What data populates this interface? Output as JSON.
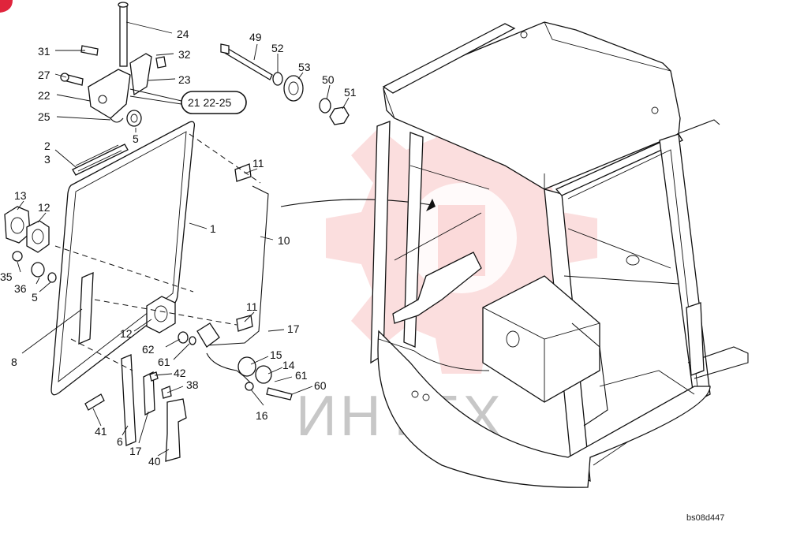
{
  "diagram": {
    "code": "bs08d447",
    "watermark": "ИНТЕХ",
    "callouts": {
      "c24": "24",
      "c31": "31",
      "c32": "32",
      "c27": "27",
      "c23": "23",
      "c22": "22",
      "c21group": "21 22-25",
      "c25": "25",
      "c5a": "5",
      "c2": "2",
      "c3": "3",
      "c13": "13",
      "c12a": "12",
      "c1": "1",
      "c11a": "11",
      "c10": "10",
      "c35": "35",
      "c36": "36",
      "c5b": "5",
      "c8": "8",
      "c12b": "12",
      "c11b": "11",
      "c17a": "17",
      "c62": "62",
      "c61a": "61",
      "c15": "15",
      "c14": "14",
      "c61b": "61",
      "c42": "42",
      "c38": "38",
      "c60": "60",
      "c16": "16",
      "c41": "41",
      "c6": "6",
      "c17b": "17",
      "c40": "40",
      "c49": "49",
      "c52": "52",
      "c53": "53",
      "c50": "50",
      "c51": "51"
    },
    "colors": {
      "line": "#111111",
      "watermark": "#f28a8a",
      "corner": "#e0243c"
    }
  }
}
